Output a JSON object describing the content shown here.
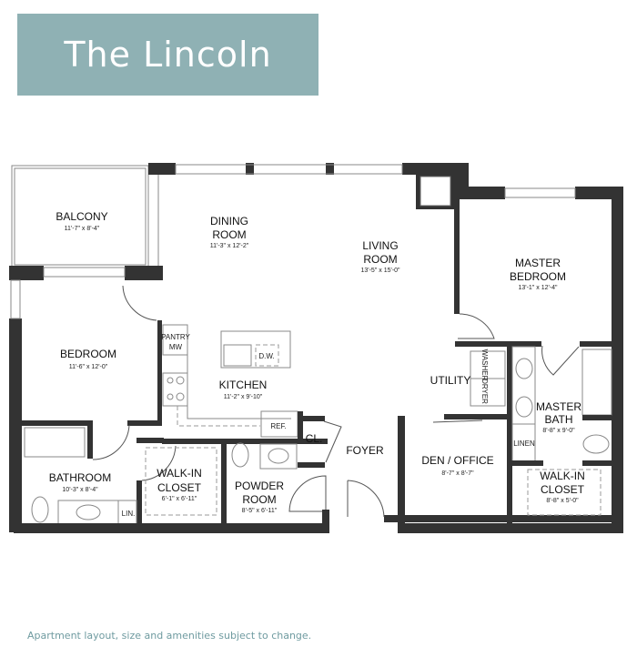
{
  "title": "The Lincoln",
  "rooms": {
    "balcony": {
      "name": "BALCONY",
      "dim": "11'-7\" x 8'-4\""
    },
    "dining": {
      "name1": "DINING",
      "name2": "ROOM",
      "dim": "11'-3\" x 12'-2\""
    },
    "living": {
      "name1": "LIVING",
      "name2": "ROOM",
      "dim": "13'-5\" x 15'-0\""
    },
    "master_bedroom": {
      "name1": "MASTER",
      "name2": "BEDROOM",
      "dim": "13'-1\" x 12'-4\""
    },
    "bedroom": {
      "name": "BEDROOM",
      "dim": "11'-6\" x 12'-0\""
    },
    "kitchen": {
      "name": "KITCHEN",
      "dim": "11'-2\" x 9'-10\""
    },
    "utility": {
      "name": "UTILITY"
    },
    "master_bath": {
      "name1": "MASTER",
      "name2": "BATH",
      "dim": "8'-8\" x 9'-0\""
    },
    "foyer": {
      "name": "FOYER"
    },
    "den": {
      "name": "DEN / OFFICE",
      "dim": "8'-7\" x 8'-7\""
    },
    "walkin_master": {
      "name1": "WALK-IN",
      "name2": "CLOSET",
      "dim": "8'-8\" x 5'-0\""
    },
    "bathroom": {
      "name": "BATHROOM",
      "dim": "10'-3\" x 8'-4\""
    },
    "walkin": {
      "name1": "WALK-IN",
      "name2": "CLOSET",
      "dim": "6'-1\" x 6'-11\""
    },
    "powder": {
      "name1": "POWDER",
      "name2": "ROOM",
      "dim": "8'-5\" x 6'-11\""
    }
  },
  "fixtures": {
    "pantry": "PANTRY",
    "mw": "MW",
    "dw": "D.W.",
    "ref": "REF.",
    "closet": "CL.",
    "washer": "WASHER",
    "dryer": "DRYER",
    "linen": "LINEN",
    "lin": "LIN."
  },
  "footer": "Apartment layout, size and amenities subject to change."
}
